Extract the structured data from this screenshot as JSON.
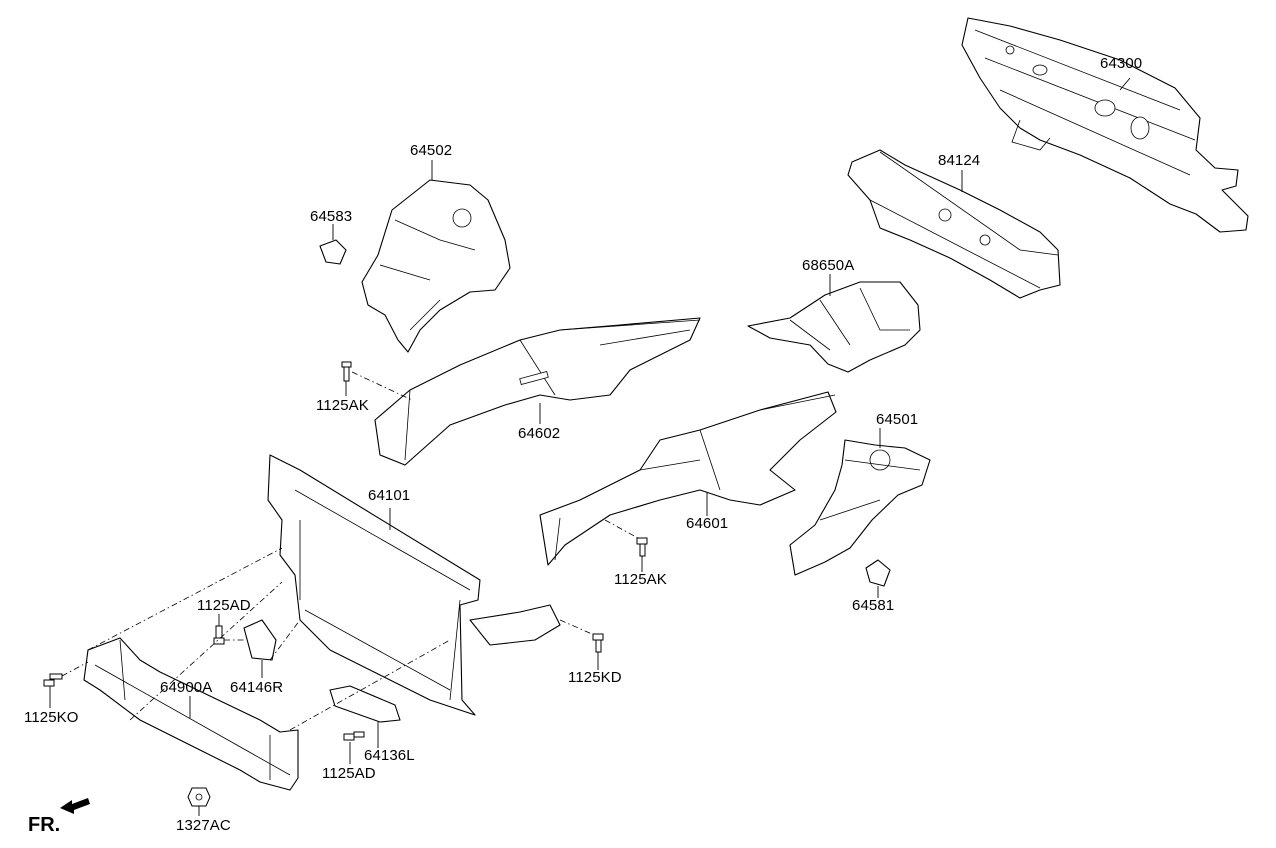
{
  "diagram": {
    "part_labels": {
      "p64300": "64300",
      "p84124": "84124",
      "p68650A": "68650A",
      "p64502": "64502",
      "p64583": "64583",
      "p1125AK_top": "1125AK",
      "p64602": "64602",
      "p64101": "64101",
      "p64601": "64601",
      "p1125AK_mid": "1125AK",
      "p64501": "64501",
      "p64581": "64581",
      "p1125AD_top": "1125AD",
      "p64146R": "64146R",
      "p64900A": "64900A",
      "p1125KO": "1125KO",
      "p1125KD": "1125KD",
      "p64136L": "64136L",
      "p1125AD_bot": "1125AD",
      "p1327AC": "1327AC"
    },
    "direction_marker": "FR.",
    "line_color": "#000000",
    "background": "#ffffff"
  }
}
